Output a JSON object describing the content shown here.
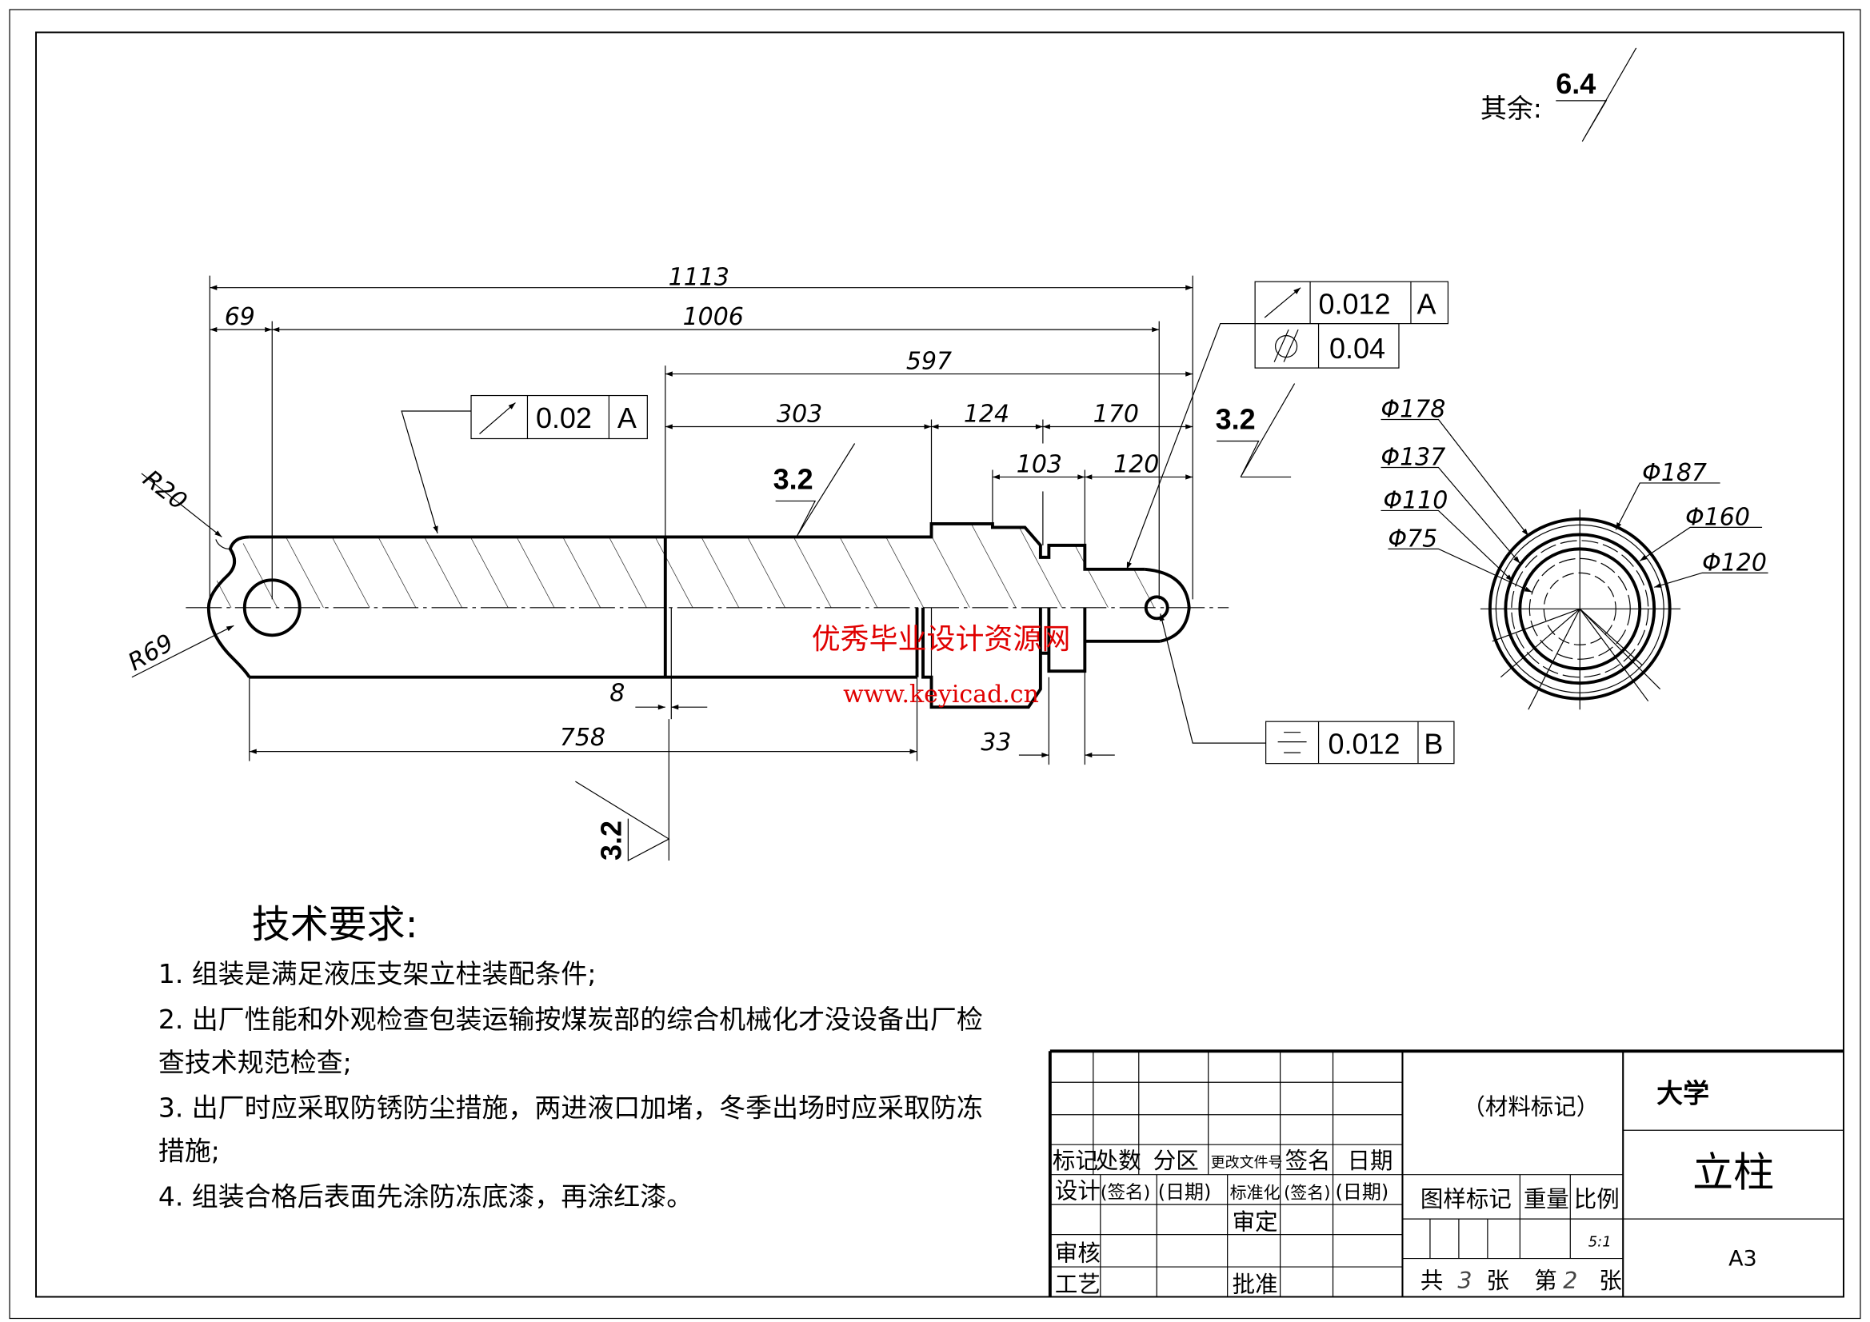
{
  "drawing": {
    "title": "立柱",
    "university": "大学",
    "sheet_size": "A3",
    "scale": "5:1",
    "material_mark": "（材料标记）",
    "sheets_total": "3",
    "sheet_number": "2"
  },
  "roughness": {
    "general_label": "其余:",
    "general_value": "6.4",
    "marks": [
      "3.2",
      "3.2",
      "3.2"
    ]
  },
  "dimensions": {
    "overall": "1113",
    "left_offset": "69",
    "pin_span": "1006",
    "right_section": "597",
    "d303": "303",
    "d124": "124",
    "d170": "170",
    "d103": "103",
    "d120": "120",
    "d8": "8",
    "d758": "758",
    "d33": "33",
    "r20": "R20",
    "r69": "R69"
  },
  "gdt": [
    {
      "symbol": "circular-runout",
      "tolerance": "0.02",
      "datum": "A"
    },
    {
      "symbol": "circular-runout",
      "tolerance": "0.012",
      "datum": "A"
    },
    {
      "symbol": "cylindricity",
      "tolerance": "0.04",
      "datum": ""
    },
    {
      "symbol": "symmetry",
      "tolerance": "0.012",
      "datum": "B"
    }
  ],
  "end_view": {
    "diameters": [
      "Φ178",
      "Φ137",
      "Φ110",
      "Φ75",
      "Φ187",
      "Φ160",
      "Φ120"
    ]
  },
  "watermark": {
    "line1": "优秀毕业设计资源网",
    "line2": "www.keyicad.cn"
  },
  "tech_requirements": {
    "heading": "技术要求:",
    "lines": [
      "1. 组装是满足液压支架立柱装配条件;",
      "2. 出厂性能和外观检查包装运输按煤炭部的综合机械化才没设备出厂检",
      "查技术规范检查;",
      "3. 出厂时应采取防锈防尘措施，两进液口加堵，冬季出场时应采取防冻",
      "措施;",
      "4. 组装合格后表面先涂防冻底漆，再涂红漆。"
    ]
  },
  "title_block": {
    "row_labels": [
      "标记",
      "处数",
      "分区",
      "更改文件号",
      "签名",
      "日期"
    ],
    "design_row": [
      "设计",
      "(签名)",
      "(日期)",
      "标准化",
      "(签名)",
      "(日期)"
    ],
    "approve_label": "审定",
    "review_label": "审核",
    "process_label": "工艺",
    "ratify_label": "批准",
    "pattern_mark": "图样标记",
    "weight": "重量",
    "ratio": "比例",
    "total": "共",
    "sheet_unit": "张",
    "nth": "第"
  }
}
